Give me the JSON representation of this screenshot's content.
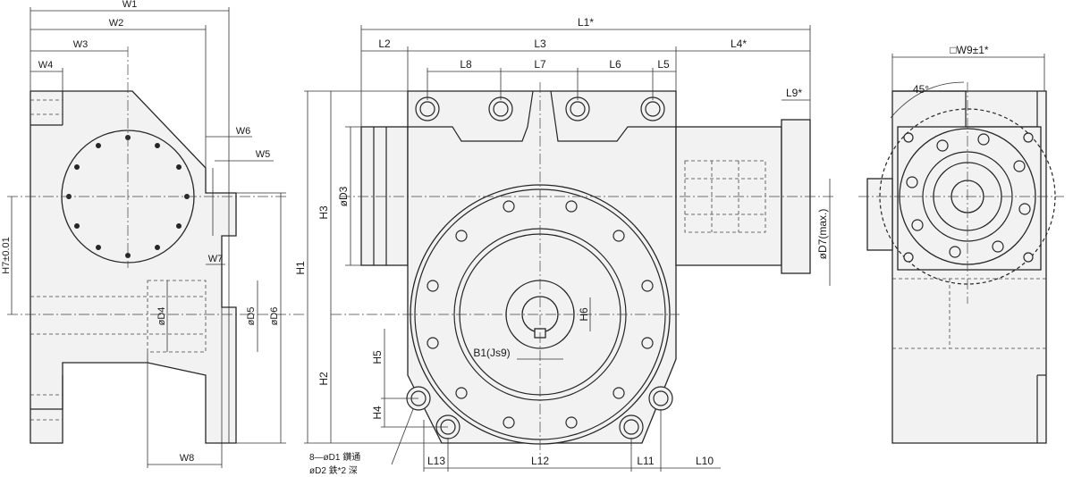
{
  "labels": {
    "W1": "W1",
    "W2": "W2",
    "W3": "W3",
    "W4": "W4",
    "W5": "W5",
    "W6": "W6",
    "W7": "W7",
    "W8": "W8",
    "H7": "H7±0.01",
    "D4": "øD4",
    "D5": "øD5",
    "D6": "øD6",
    "L1": "L1*",
    "L2": "L2",
    "L3": "L3",
    "L4": "L4*",
    "L5": "L5",
    "L6": "L6",
    "L7": "L7",
    "L8": "L8",
    "L9": "L9*",
    "L10": "L10",
    "L11": "L11",
    "L12": "L12",
    "L13": "L13",
    "H1": "H1",
    "H2": "H2",
    "H3": "H3",
    "H4": "H4",
    "H5": "H5",
    "H6": "H6",
    "D3": "øD3",
    "D7": "øD7(max.)",
    "B1": "B1(Js9)",
    "note1": "8—øD1 鑽通",
    "note2": "øD2 鉄*2 深",
    "W9": "□W9±1*",
    "angle": "45°"
  }
}
